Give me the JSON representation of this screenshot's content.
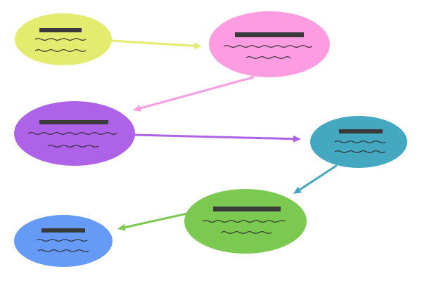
{
  "diagram": {
    "type": "flow",
    "nodes": [
      {
        "id": "n1",
        "color": "#e3ec6f",
        "title_text": "",
        "body_text": ""
      },
      {
        "id": "n2",
        "color": "#fd9ce0",
        "title_text": "",
        "body_text": ""
      },
      {
        "id": "n3",
        "color": "#ad62e8",
        "title_text": "",
        "body_text": ""
      },
      {
        "id": "n4",
        "color": "#44a8c0",
        "title_text": "",
        "body_text": ""
      },
      {
        "id": "n5",
        "color": "#7cc952",
        "title_text": "",
        "body_text": ""
      },
      {
        "id": "n6",
        "color": "#659af6",
        "title_text": "",
        "body_text": ""
      }
    ],
    "edges": [
      {
        "from": "n1",
        "to": "n2",
        "color": "#e3ec6f"
      },
      {
        "from": "n2",
        "to": "n3",
        "color": "#fd9ce0"
      },
      {
        "from": "n3",
        "to": "n4",
        "color": "#ad62e8"
      },
      {
        "from": "n4",
        "to": "n5",
        "color": "#44a8c0"
      },
      {
        "from": "n5",
        "to": "n6",
        "color": "#7cc952"
      }
    ],
    "placeholder_bar_color": "#3a3a3a",
    "squiggle_color": "#2a2a2a"
  }
}
